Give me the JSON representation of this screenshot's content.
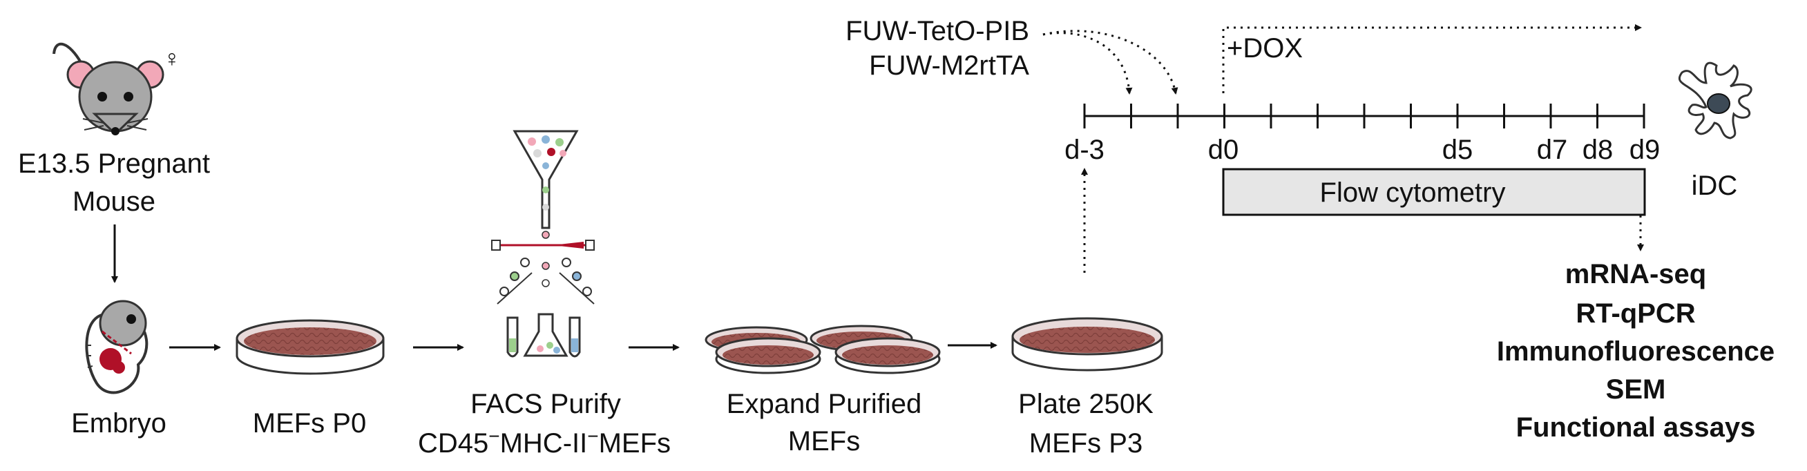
{
  "workflow": {
    "mouse_label_line1": "E13.5 Pregnant",
    "mouse_label_line2": "Mouse",
    "female_symbol": "♀",
    "embryo_label": "Embryo",
    "mefs_p0_label": "MEFs P0",
    "facs_label_line1": "FACS Purify",
    "facs_label_line2_a": "CD45",
    "facs_label_line2_sup1": "−",
    "facs_label_line2_b": "MHC-II",
    "facs_label_line2_sup2": "−",
    "facs_label_line2_c": "MEFs",
    "expand_label_line1": "Expand Purified",
    "expand_label_line2": "MEFs",
    "plate_label_line1": "Plate 250K",
    "plate_label_line2": "MEFs P3"
  },
  "timeline": {
    "vector1": "FUW-TetO-PIB",
    "vector2": "FUW-M2rtTA",
    "dox_label": "+DOX",
    "ticks": [
      "d-3",
      "d0",
      "d5",
      "d7",
      "d8",
      "d9"
    ],
    "flow_label": "Flow cytometry",
    "idc_label": "iDC"
  },
  "assays": [
    "mRNA-seq",
    "RT-qPCR",
    "Immunofluorescence",
    "SEM",
    "Functional assays"
  ],
  "colors": {
    "dish_fill": "#9b5550",
    "dish_rim": "#e8dada",
    "mouse_body": "#a8a8a8",
    "mouse_ear": "#f2a8b8",
    "blood_red": "#b01028",
    "flow_box": "#e6e6e6",
    "line": "#111111"
  },
  "icons": [
    "mouse-icon",
    "embryo-icon",
    "petri-dish-icon",
    "facs-sorter-icon",
    "test-tube-icon",
    "flask-icon",
    "dendritic-cell-icon"
  ]
}
